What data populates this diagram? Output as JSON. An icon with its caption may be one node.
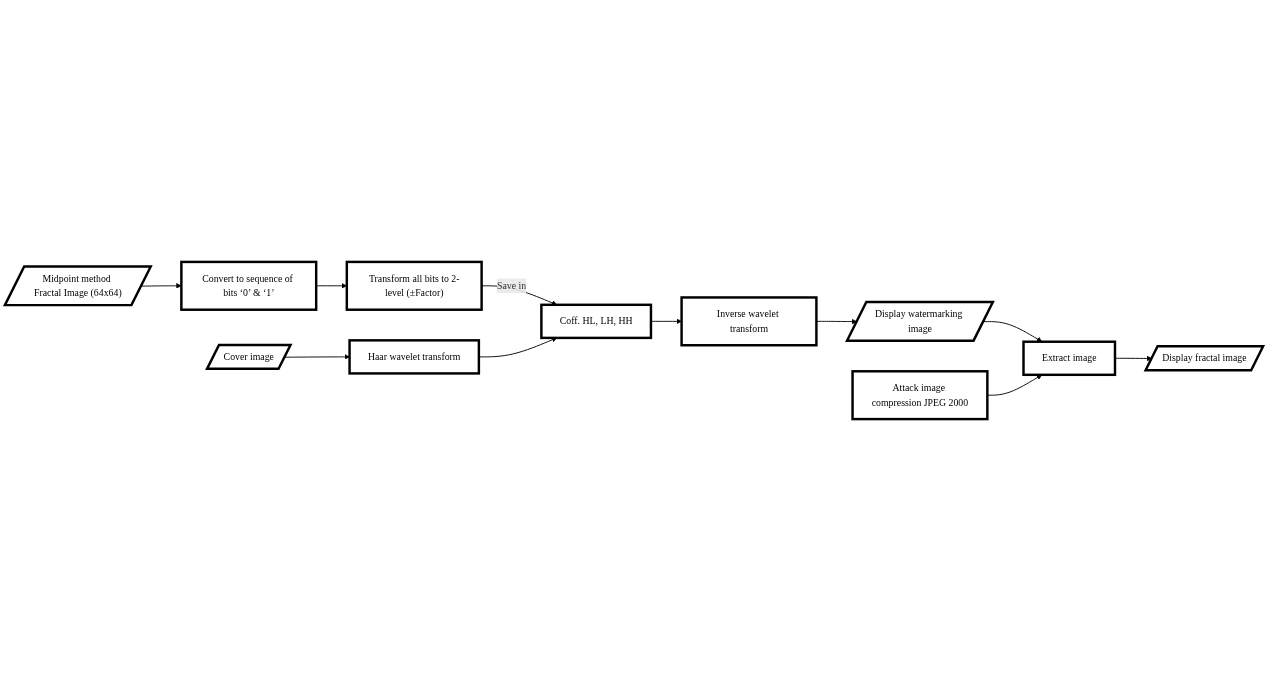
{
  "diagram": {
    "nodes": [
      {
        "text": [
          "Midpoint method Fractal Image (64x64)"
        ]
      },
      {
        "text": [
          "Convert to sequence of bits ‘0’ & ‘1’"
        ]
      },
      {
        "text": [
          "Transform all bits to 2-level (±Factor)"
        ]
      },
      {
        "text": [
          "Cover image"
        ]
      },
      {
        "text": [
          "Haar wavelet transform"
        ]
      },
      {
        "text": [
          "Coff. HL, LH, HH"
        ]
      },
      {
        "text": [
          "Inverse wavelet transform"
        ]
      },
      {
        "text": [
          "Display fractal image"
        ]
      },
      {
        "text": [
          "Extract image"
        ]
      },
      {
        "text": [
          "Display watermarking image"
        ]
      },
      {
        "text": [
          "Attack image compression JPEG 2000"
        ]
      }
    ],
    "edges": [
      {
        "from": 0,
        "to": 1,
        "arrow": "to"
      },
      {
        "from": 1,
        "to": 2,
        "arrow": "to"
      },
      {
        "from": 2,
        "to": 5,
        "arrow": "to",
        "label": "Save in"
      },
      {
        "from": 3,
        "to": 4,
        "arrow": "to"
      },
      {
        "from": 4,
        "to": 5,
        "arrow": "to"
      },
      {
        "from": 5,
        "to": 6,
        "arrow": "to"
      },
      {
        "from": 6,
        "to": 9,
        "arrow": "to"
      },
      {
        "from": 9,
        "to": 8,
        "arrow": "to"
      },
      {
        "from": 8,
        "to": 7,
        "arrow": "to"
      },
      {
        "from": 10,
        "to": 8,
        "arrow": "to"
      }
    ]
  }
}
